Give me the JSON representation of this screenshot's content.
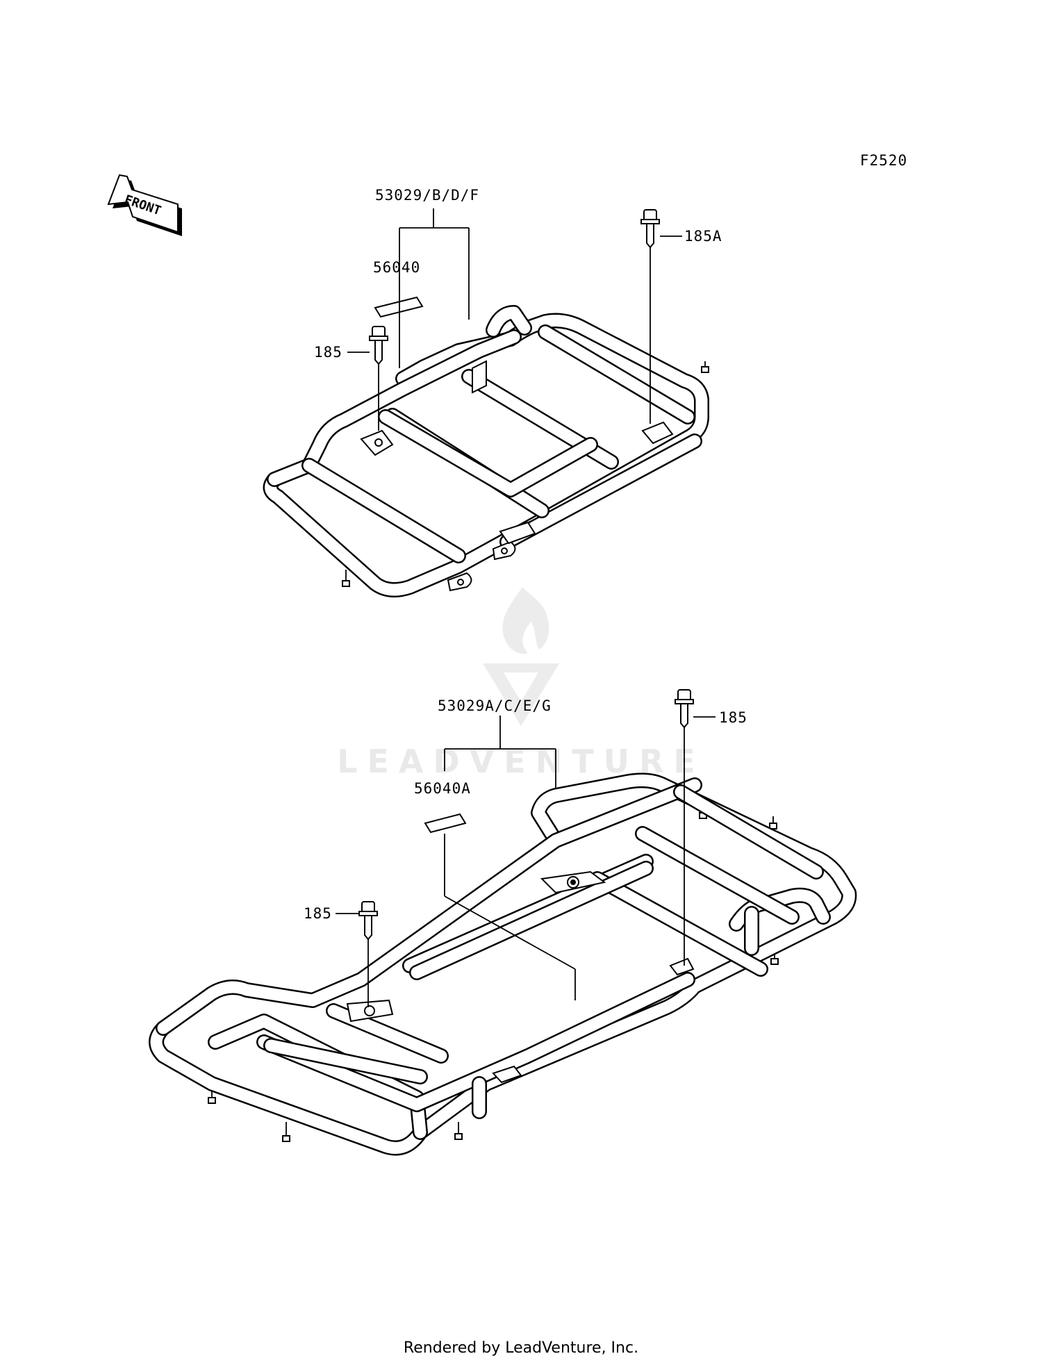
{
  "diagram_code": "F2520",
  "front_arrow_label": "FRONT",
  "watermark": "LEADVENTURE",
  "footer": "Rendered by LeadVenture, Inc.",
  "callouts": {
    "upper_carrier": "53029/B/D/F",
    "upper_decal": "56040",
    "upper_bolt_left": "185",
    "upper_bolt_right": "185A",
    "lower_carrier": "53029A/C/E/G",
    "lower_decal": "56040A",
    "lower_bolt_left": "185",
    "lower_bolt_right": "185"
  }
}
